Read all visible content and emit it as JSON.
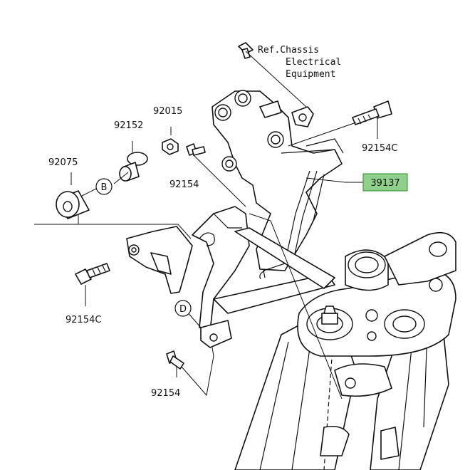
{
  "labels": {
    "ref_line1": "Ref.Chassis",
    "ref_line2": "Electrical",
    "ref_line3": "Equipment",
    "p92015": "92015",
    "p92152": "92152",
    "p92075": "92075",
    "p92154_top": "92154",
    "p92154c_top": "92154C",
    "p39137": "39137",
    "p92154c_left": "92154C",
    "p92154_bottom": "92154",
    "callout_b": "B",
    "callout_d": "D"
  },
  "colors": {
    "highlight_fill": "#8fd18a",
    "highlight_stroke": "#2e8b2e",
    "line": "#111111"
  }
}
